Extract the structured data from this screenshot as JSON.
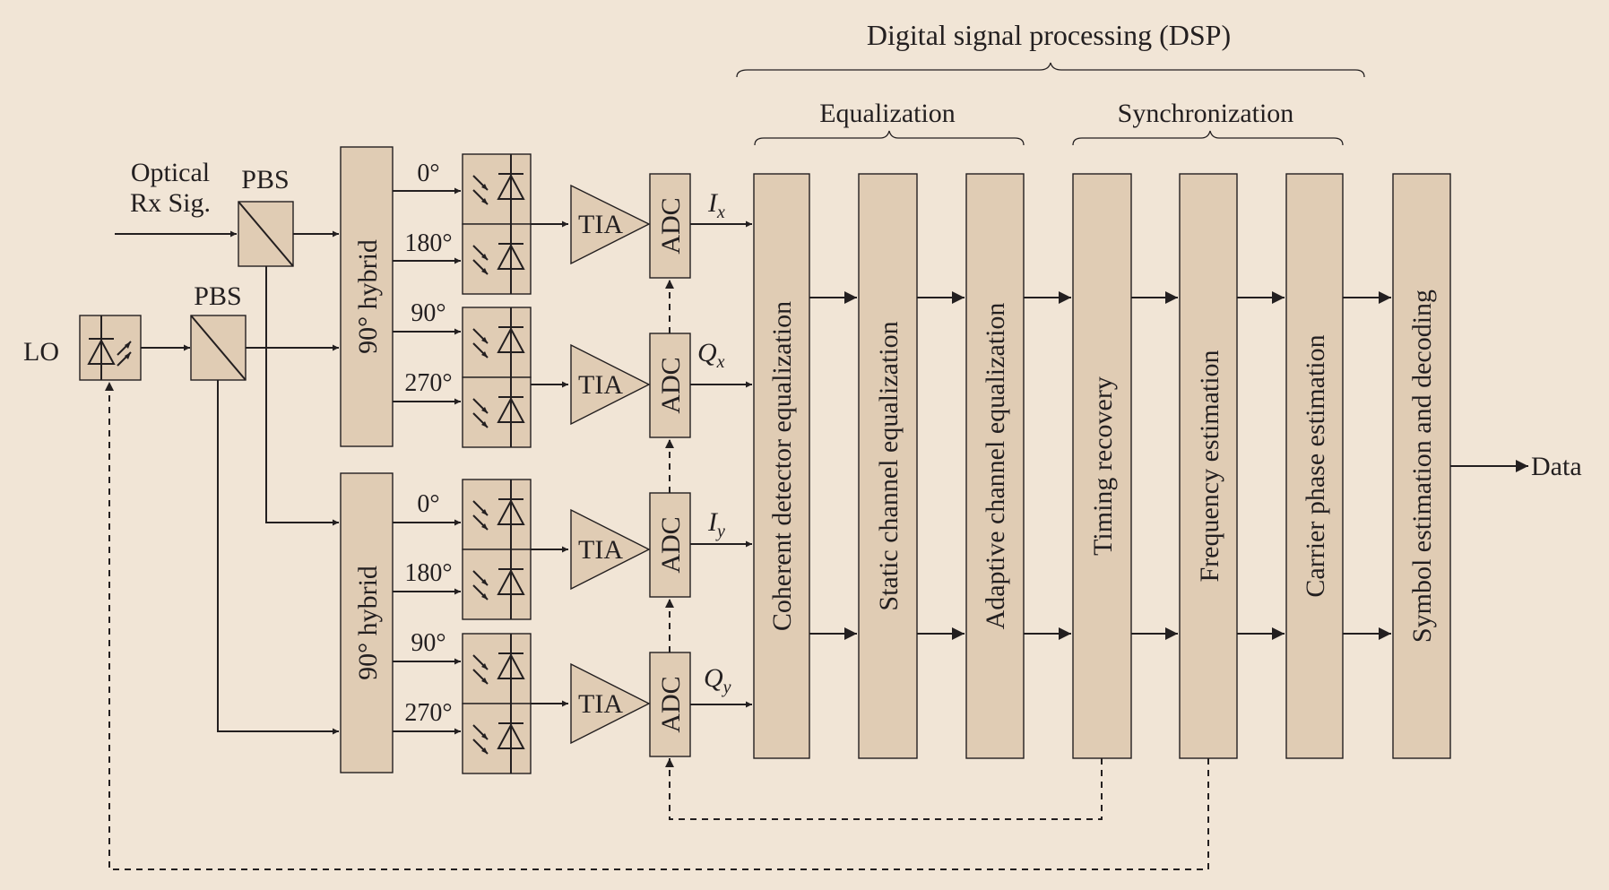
{
  "dsp": {
    "title": "Digital signal processing (DSP)",
    "group_equalization": "Equalization",
    "group_synchronization": "Synchronization",
    "blocks": [
      "Coherent detector equalization",
      "Static channel equalization",
      "Adaptive channel equalization",
      "Timing recovery",
      "Frequency estimation",
      "Carrier phase estimation",
      "Symbol estimation and decoding"
    ]
  },
  "input": {
    "line1": "Optical",
    "line2": "Rx Sig."
  },
  "lo_label": "LO",
  "pbs_label": "PBS",
  "hybrid_label": "90° hybrid",
  "phases": [
    "0°",
    "180°",
    "90°",
    "270°"
  ],
  "tia_label": "TIA",
  "adc_label": "ADC",
  "outputs": [
    {
      "base": "I",
      "sub": "x"
    },
    {
      "base": "Q",
      "sub": "x"
    },
    {
      "base": "I",
      "sub": "y"
    },
    {
      "base": "Q",
      "sub": "y"
    }
  ],
  "output_label": "Data"
}
